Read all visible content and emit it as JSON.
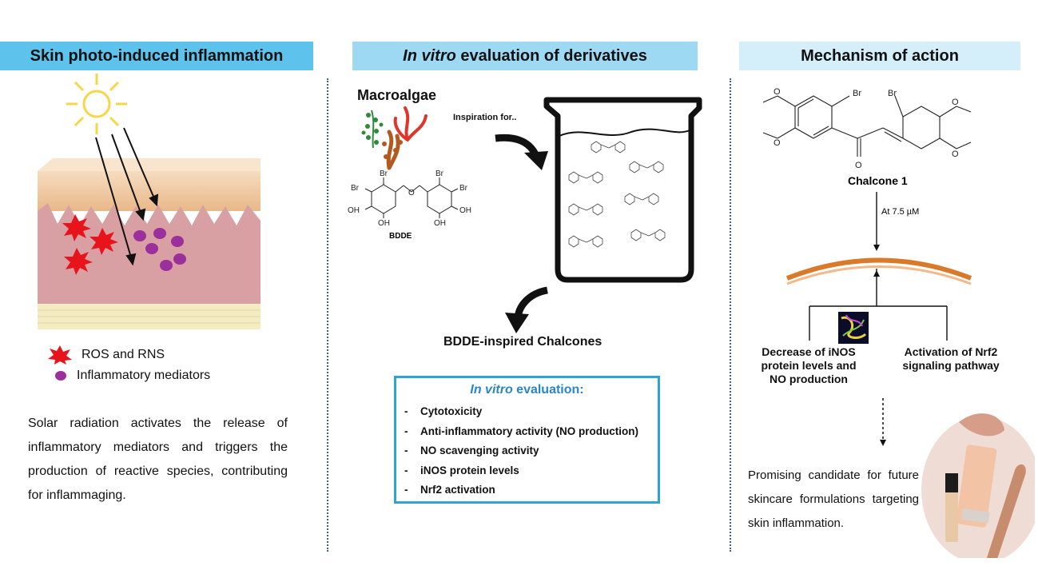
{
  "headers": {
    "panel1": "Skin photo-induced inflammation",
    "panel2_em": "In vitro",
    "panel2_rest": " evaluation of derivatives",
    "panel3": "Mechanism of action"
  },
  "panel1": {
    "legend_ros": "ROS and RNS",
    "legend_mediators": "Inflammatory mediators",
    "paragraph": "Solar radiation activates the release of inflammatory mediators and triggers the production of reactive species, contributing for inflammaging."
  },
  "panel2": {
    "macroalgae": "Macroalgae",
    "inspiration": "Inspiration for..",
    "bdde_label": "BDDE",
    "chalcones_title": "BDDE-inspired Chalcones",
    "eval_title_em": "In vitro",
    "eval_title_rest": " evaluation:",
    "eval_items": [
      "Cytotoxicity",
      "Anti-inflammatory activity (NO production)",
      "NO scavenging activity",
      "iNOS protein levels",
      "Nrf2 activation"
    ],
    "structure_atoms": {
      "br": "Br",
      "oh": "OH",
      "o": "O"
    }
  },
  "panel3": {
    "chalcone_label": "Chalcone 1",
    "concentration": "At 7.5 µM",
    "left_effect": "Decrease of iNOS protein levels and NO production",
    "right_effect": "Activation of Nrf2 signaling pathway",
    "conclusion": "Promising candidate for future skincare formulations targeting skin inflammation.",
    "atoms": {
      "br": "Br",
      "o": "O"
    }
  },
  "colors": {
    "header1": "#5ec3ec",
    "header2": "#9dd9f3",
    "header3": "#d4eefa",
    "ros_red": "#e8141b",
    "mediator_purple": "#9b2f9c",
    "eval_border": "#2fa3d6",
    "eval_title": "#2a86c7",
    "membrane": "#d97a2b",
    "sun": "#f7d64a"
  },
  "icons": [
    "sun-icon",
    "ros-star-icon",
    "mediator-dot-icon",
    "beaker-icon",
    "curved-arrow-icon",
    "cosmetics-image",
    "protein-structure-image"
  ]
}
